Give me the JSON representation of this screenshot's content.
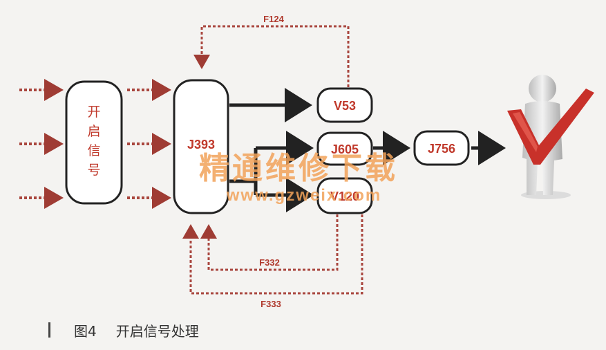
{
  "nodes": {
    "start_signal": "开启信号",
    "j393": "J393",
    "v53": "V53",
    "j605": "J605",
    "v120": "V120",
    "j756": "J756"
  },
  "edges": {
    "f124": "F124",
    "f332": "F332",
    "f333": "F333"
  },
  "watermark": {
    "text": "精通维修下载",
    "url": "www.gzweix.com"
  },
  "caption": {
    "figure": "图4",
    "title": "开启信号处理"
  },
  "colors": {
    "accent": "#c0392b",
    "arrow_dotted": "#a9463e",
    "node_border": "#222222",
    "watermark": "#f2a35a"
  }
}
